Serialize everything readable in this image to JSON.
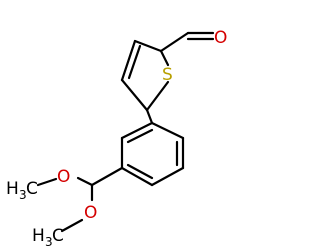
{
  "molecule": {
    "atoms": {
      "aldehyde_o": "O",
      "thiophene_s": "S",
      "methoxy_o_upper": "O",
      "methoxy_o_lower": "O",
      "methyl_upper_h": "H",
      "methyl_upper_sub": "3",
      "methyl_upper_c": "C",
      "methyl_lower_h": "H",
      "methyl_lower_sub": "3",
      "methyl_lower_c": "C"
    }
  },
  "colors": {
    "bond": "#000000",
    "oxygen": "#d40000",
    "sulfur": "#b8a000",
    "background": "#ffffff"
  }
}
